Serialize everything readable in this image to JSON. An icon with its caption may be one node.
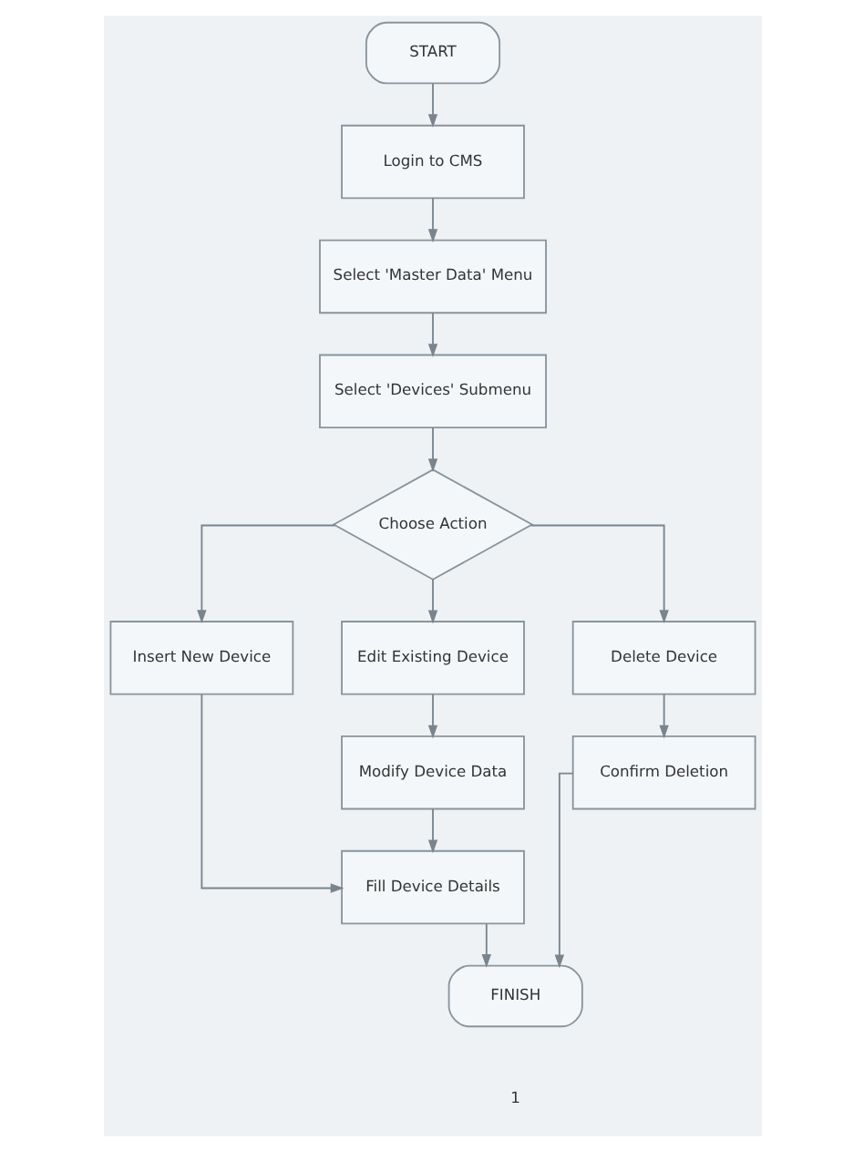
{
  "diagram": {
    "nodes": [
      {
        "text": [
          "START"
        ]
      },
      {
        "text": [
          "Login to CMS"
        ]
      },
      {
        "text": [
          "Select 'Master Data' Menu"
        ]
      },
      {
        "text": [
          "Select 'Devices' Submenu"
        ]
      },
      {
        "text": [
          "Choose Action"
        ]
      },
      {
        "text": [
          "Insert New Device"
        ]
      },
      {
        "text": [
          "Edit Existing Device"
        ]
      },
      {
        "text": [
          "Delete Device"
        ]
      },
      {
        "text": [
          "Modify Device Data"
        ]
      },
      {
        "text": [
          "Confirm Deletion"
        ]
      },
      {
        "text": [
          "Fill Device Details"
        ]
      },
      {
        "text": [
          "FINISH"
        ]
      }
    ],
    "edges": [
      {
        "from": 0,
        "to": 1,
        "arrow": "to"
      },
      {
        "from": 1,
        "to": 2,
        "arrow": "to"
      },
      {
        "from": 2,
        "to": 3,
        "arrow": "to"
      },
      {
        "from": 3,
        "to": 4,
        "arrow": "to"
      },
      {
        "from": 4,
        "to": 5,
        "arrow": "to"
      },
      {
        "from": 4,
        "to": 6,
        "arrow": "to"
      },
      {
        "from": 4,
        "to": 7,
        "arrow": "to"
      },
      {
        "from": 6,
        "to": 8,
        "arrow": "to"
      },
      {
        "from": 7,
        "to": 9,
        "arrow": "to"
      },
      {
        "from": 5,
        "to": 10,
        "arrow": "to"
      },
      {
        "from": 8,
        "to": 10,
        "arrow": "to"
      },
      {
        "from": 10,
        "to": 11,
        "arrow": "to"
      },
      {
        "from": 9,
        "to": 11,
        "arrow": "to"
      }
    ],
    "labels": [
      "1"
    ]
  }
}
